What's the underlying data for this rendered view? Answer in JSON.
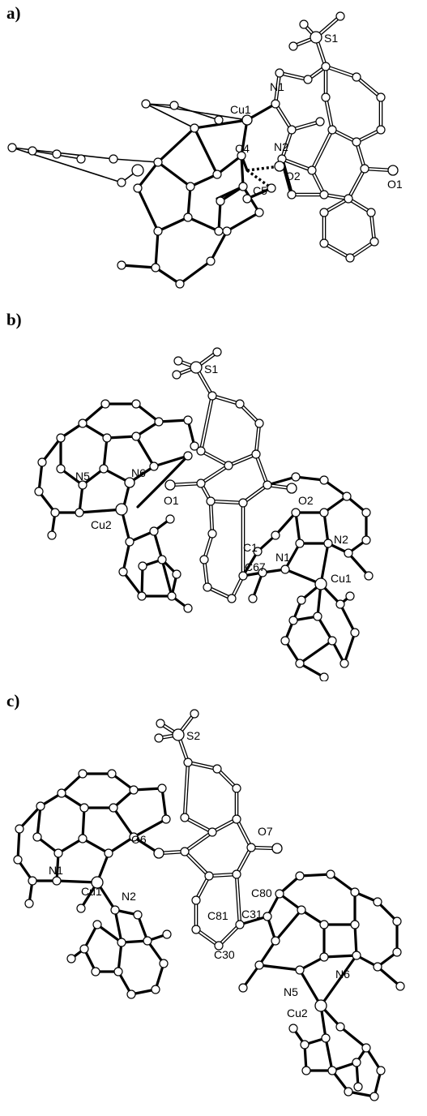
{
  "panels": [
    {
      "letter": "a)",
      "labels": {
        "s1": "S1",
        "n1": "N1",
        "cu1": "Cu1",
        "c4": "C4",
        "n2": "N2",
        "o2": "O2",
        "c5": "C5",
        "o1": "O1"
      }
    },
    {
      "letter": "b)",
      "labels": {
        "s1": "S1",
        "n5": "N5",
        "n6": "N6",
        "o1": "O1",
        "cu2": "Cu2",
        "o2": "O2",
        "c1": "C1",
        "n1": "N1",
        "n2": "N2",
        "c67": "C67",
        "cu1": "Cu1"
      }
    },
    {
      "letter": "c)",
      "labels": {
        "s2": "S2",
        "n1": "N1",
        "cu1": "Cu1",
        "n2": "N2",
        "o6": "O6",
        "o7": "O7",
        "c80": "C80",
        "c31": "C31",
        "c81": "C81",
        "c30": "C30",
        "n5": "N5",
        "n6": "N6",
        "cu2": "Cu2"
      }
    }
  ]
}
